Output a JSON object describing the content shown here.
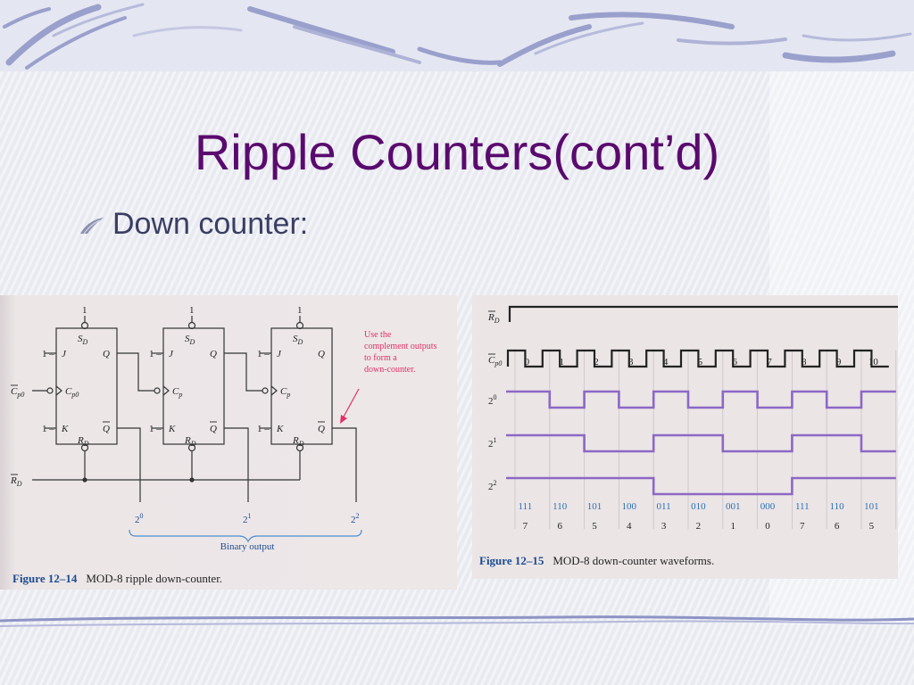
{
  "slide": {
    "title": "Ripple Counters(cont’d)",
    "bullet": "Down counter:"
  },
  "colors": {
    "title": "#5a0a6e",
    "bullet_text": "#3a3e63",
    "decoration": "#8d93c4",
    "caption_number": "#1c4b8f",
    "figure_annotation": "#e0306a",
    "waveform_output": "#8c68c4",
    "state_code": "#2a6fb5"
  },
  "circuit_figure": {
    "caption_number": "Figure 12–14",
    "caption_text": "MOD-8 ripple down-counter.",
    "flip_flops": [
      {
        "preset_level": "1",
        "j_level": "1",
        "k_level": "1",
        "sd": "S",
        "sd_sub": "D",
        "rd": "R",
        "rd_sub": "D",
        "j": "J",
        "k": "K",
        "q": "Q",
        "qbar": "Q",
        "clk": "C",
        "clk_sub": "p0"
      },
      {
        "preset_level": "1",
        "j_level": "1",
        "k_level": "1",
        "sd": "S",
        "sd_sub": "D",
        "rd": "R",
        "rd_sub": "D",
        "j": "J",
        "k": "K",
        "q": "Q",
        "qbar": "Q",
        "clk": "C",
        "clk_sub": "p"
      },
      {
        "preset_level": "1",
        "j_level": "1",
        "k_level": "1",
        "sd": "S",
        "sd_sub": "D",
        "rd": "R",
        "rd_sub": "D",
        "j": "J",
        "k": "K",
        "q": "Q",
        "qbar": "Q",
        "clk": "C",
        "clk_sub": "p"
      }
    ],
    "clock_input": {
      "main": "C",
      "sub": "p0"
    },
    "reset_input": {
      "main": "R",
      "sub": "D"
    },
    "outputs": [
      "2",
      "2",
      "2"
    ],
    "output_exponents": [
      "0",
      "1",
      "2"
    ],
    "binary_output_label": "Binary output",
    "annotation_lines": [
      "Use the",
      "complement outputs",
      "to form a",
      "down-counter."
    ]
  },
  "waveform_figure": {
    "caption_number": "Figure 12–15",
    "caption_text": "MOD-8 down-counter waveforms.",
    "signal_labels": [
      {
        "main": "R",
        "sub": "D"
      },
      {
        "main": "C",
        "sub": "p0"
      },
      {
        "main": "2",
        "sup": "0"
      },
      {
        "main": "2",
        "sup": "1"
      },
      {
        "main": "2",
        "sup": "2"
      }
    ],
    "pulse_numbers": [
      "0",
      "1",
      "2",
      "3",
      "4",
      "5",
      "6",
      "7",
      "8",
      "9",
      "10"
    ],
    "state_codes": [
      "111",
      "110",
      "101",
      "100",
      "011",
      "010",
      "001",
      "000",
      "111",
      "110",
      "101"
    ],
    "state_values": [
      "7",
      "6",
      "5",
      "4",
      "3",
      "2",
      "1",
      "0",
      "7",
      "6",
      "5"
    ],
    "levels": {
      "q0": [
        1,
        0,
        1,
        0,
        1,
        0,
        1,
        0,
        1,
        0,
        1
      ],
      "q1": [
        1,
        1,
        0,
        0,
        1,
        1,
        0,
        0,
        1,
        1,
        0
      ],
      "q2": [
        1,
        1,
        1,
        1,
        0,
        0,
        0,
        0,
        1,
        1,
        1
      ]
    }
  }
}
